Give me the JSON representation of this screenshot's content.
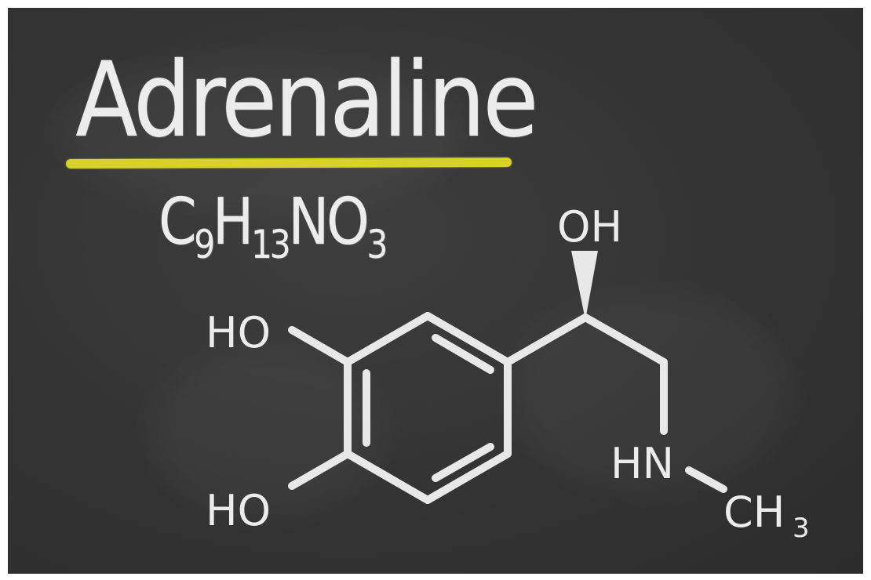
{
  "title": "Adrenaline",
  "formula": {
    "c": "C",
    "c_count": "9",
    "h": "H",
    "h_count": "13",
    "n": "N",
    "o": "O",
    "o_count": "3"
  },
  "structure": {
    "labels": {
      "oh_top": "OH",
      "ho_upper": "HO",
      "ho_lower": "HO",
      "hn": "HN",
      "ch": "CH",
      "ch_sub": "3"
    }
  },
  "colors": {
    "board": "#353535",
    "chalk": "#ececec",
    "underline": "#d8d12a"
  }
}
